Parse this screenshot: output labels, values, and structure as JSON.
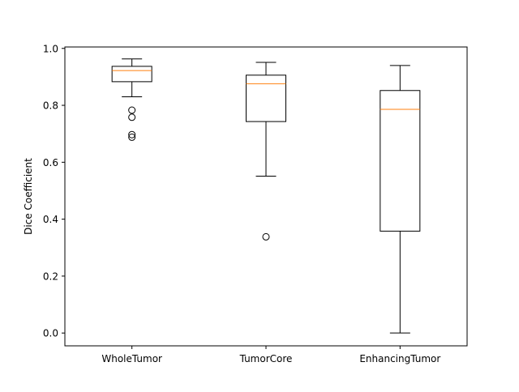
{
  "chart_data": {
    "type": "box",
    "title": "",
    "xlabel": "",
    "ylabel": "Dice Coefficient",
    "ylim": [
      -0.045,
      1.005
    ],
    "yticks": [
      0.0,
      0.2,
      0.4,
      0.6,
      0.8,
      1.0
    ],
    "ytick_labels": [
      "0.0",
      "0.2",
      "0.4",
      "0.6",
      "0.8",
      "1.0"
    ],
    "grid": false,
    "colors": {
      "box": "#000000",
      "median": "#ff7f0e",
      "flier": "#000000"
    },
    "categories": [
      "WholeTumor",
      "TumorCore",
      "EnhancingTumor"
    ],
    "series": [
      {
        "category": "WholeTumor",
        "whisker_low": 0.83,
        "q1": 0.883,
        "median": 0.922,
        "q3": 0.937,
        "whisker_high": 0.963,
        "outliers": [
          0.783,
          0.758,
          0.697,
          0.688
        ]
      },
      {
        "category": "TumorCore",
        "whisker_low": 0.551,
        "q1": 0.743,
        "median": 0.876,
        "q3": 0.906,
        "whisker_high": 0.951,
        "outliers": [
          0.338
        ]
      },
      {
        "category": "EnhancingTumor",
        "whisker_low": 0.0,
        "q1": 0.358,
        "median": 0.786,
        "q3": 0.852,
        "whisker_high": 0.94,
        "outliers": []
      }
    ]
  }
}
